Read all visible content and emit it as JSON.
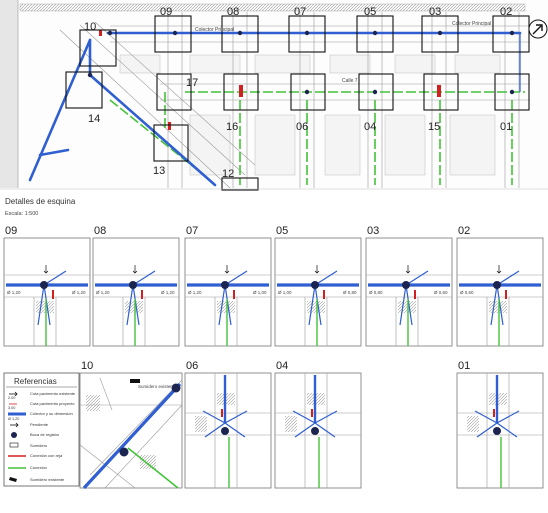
{
  "overview": {
    "labels_top": [
      "10",
      "09",
      "08",
      "07",
      "05",
      "03",
      "02"
    ],
    "labels_mid": [
      "17",
      "14"
    ],
    "labels_bottom": [
      "16",
      "06",
      "04",
      "15",
      "01",
      "13",
      "12"
    ],
    "street_top_left": "Colector Principal",
    "street_top_right": "Colector Principal",
    "street_mid": "Calle 7"
  },
  "section": {
    "title": "Detalles de esquina",
    "scale": "Escala: 1:500"
  },
  "details": {
    "row1": [
      {
        "id": "09",
        "left": "Ø 1,20",
        "right": "Ø 1,20"
      },
      {
        "id": "08",
        "left": "Ø 1,20",
        "right": "Ø 1,20"
      },
      {
        "id": "07",
        "left": "Ø 1,20",
        "right": "Ø 1,00"
      },
      {
        "id": "05",
        "left": "Ø 1,00",
        "right": "Ø 0,80"
      },
      {
        "id": "03",
        "left": "Ø 0,80",
        "right": "Ø 0,60"
      },
      {
        "id": "02",
        "left": "Ø 0,60",
        "right": ""
      }
    ],
    "row2": [
      {
        "id": "10",
        "note": "Sumidero existente"
      },
      {
        "id": "06"
      },
      {
        "id": "04"
      },
      {
        "id": "01"
      }
    ]
  },
  "legend": {
    "title": "Referencias",
    "items": [
      "Cota pavimento existente",
      "Cota pavimento proyecto",
      "Colector y su dimensión",
      "Pendiente",
      "Boca de registro",
      "Sumidero",
      "Conexión con reja",
      "Conexión",
      "Sumidero existente"
    ],
    "sample_values": [
      "2.00",
      "3.00",
      "Ø 1,20"
    ]
  },
  "colors": {
    "pipe": "#2f5fd0",
    "green": "#44c23a",
    "red": "#d22020",
    "node": "#1b2550"
  }
}
